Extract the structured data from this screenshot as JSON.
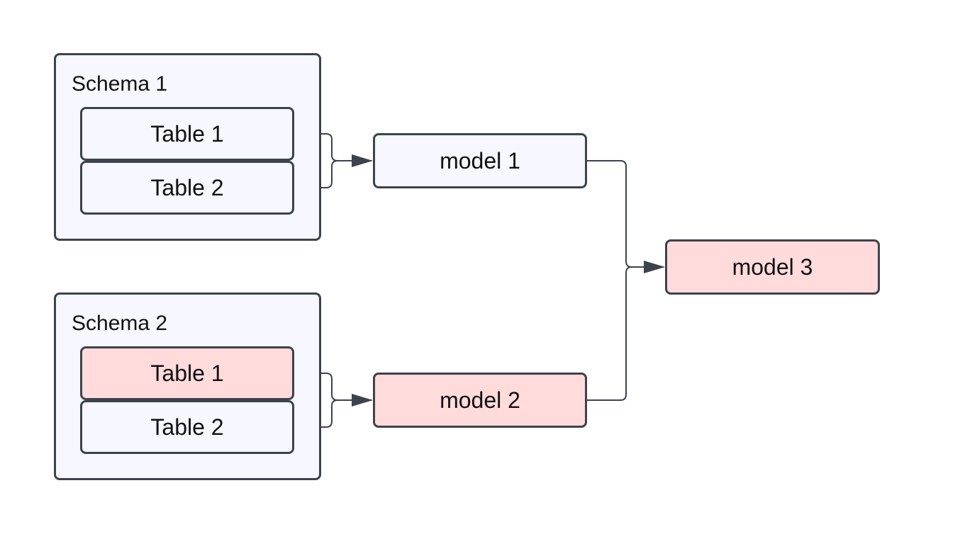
{
  "colors": {
    "default_fill": "#f6f7ff",
    "highlight_fill": "#ffdbdc",
    "stroke": "#3d434c",
    "text": "#111111"
  },
  "schemas": [
    {
      "title": "Schema 1",
      "tables": [
        {
          "label": "Table 1",
          "state": "default"
        },
        {
          "label": "Table 2",
          "state": "default"
        }
      ]
    },
    {
      "title": "Schema 2",
      "tables": [
        {
          "label": "Table 1",
          "state": "highlight"
        },
        {
          "label": "Table 2",
          "state": "default"
        }
      ]
    }
  ],
  "models": [
    {
      "label": "model 1",
      "state": "default"
    },
    {
      "label": "model 2",
      "state": "highlight"
    },
    {
      "label": "model 3",
      "state": "highlight"
    }
  ],
  "edges": [
    {
      "from": "Schema 1 / Table 1",
      "to": "model 1"
    },
    {
      "from": "Schema 1 / Table 2",
      "to": "model 1"
    },
    {
      "from": "Schema 2 / Table 1",
      "to": "model 2"
    },
    {
      "from": "Schema 2 / Table 2",
      "to": "model 2"
    },
    {
      "from": "model 1",
      "to": "model 3"
    },
    {
      "from": "model 2",
      "to": "model 3"
    }
  ]
}
